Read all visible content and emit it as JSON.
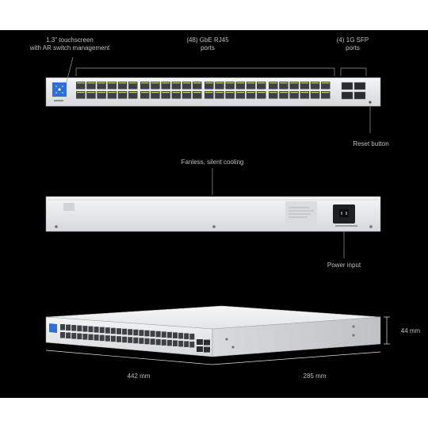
{
  "front_labels": {
    "touchscreen": "1.3\" touchscreen\nwith AR switch management",
    "rj45": "(48) GbE RJ45\nports",
    "sfp": "(4) 1G SFP\nports",
    "reset": "Reset button"
  },
  "rear_labels": {
    "cooling": "Fanless, silent cooling",
    "power": "Power input"
  },
  "dimensions": {
    "width": "442 mm",
    "depth": "285 mm",
    "height": "44 mm"
  },
  "colors": {
    "background": "#000000",
    "chassis": "#e6e7e9",
    "port": "#3d4044",
    "accent_blue": "#2f6fd6"
  }
}
